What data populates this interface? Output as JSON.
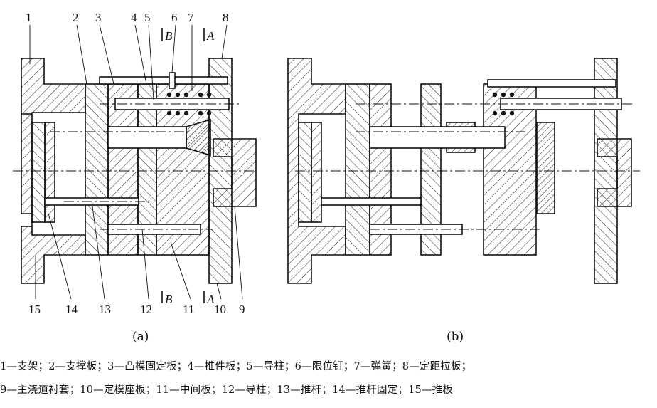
{
  "diagram": {
    "part_numbers_a": [
      "1",
      "2",
      "3",
      "4",
      "5",
      "6",
      "7",
      "8",
      "15",
      "14",
      "13",
      "12",
      "11",
      "10",
      "9"
    ],
    "section_marks": {
      "b_top": "B",
      "a_top": "A",
      "b_bottom": "B",
      "a_bottom": "A"
    },
    "captions": {
      "a": "(a)",
      "b": "(b)"
    }
  },
  "legend": {
    "line1": "1—支架；2—支撑板；3—凸模固定板；4—推件板；5—导柱；6—限位钉；7—弹簧；8—定距拉板；",
    "line2": "9—主浇道衬套；10—定模座板；11—中间板；12—导柱；13—推杆；14—推杆固定；15—推板"
  }
}
